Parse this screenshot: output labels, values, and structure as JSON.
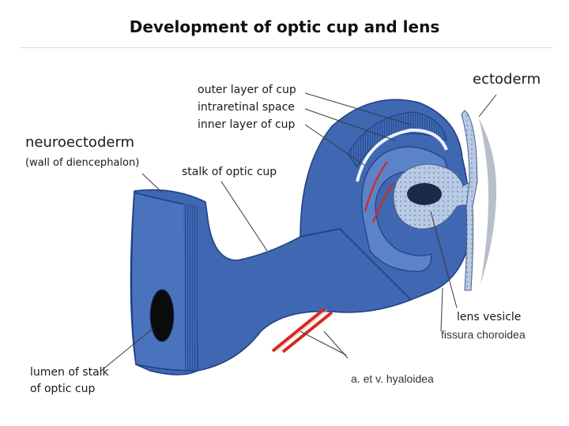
{
  "title": "Development of optic cup and lens",
  "labels": {
    "outer_layer": "outer layer of cup",
    "intraretinal_space": "intraretinal space",
    "inner_layer": "inner layer of cup",
    "ectoderm": "ectoderm",
    "neuroectoderm": "neuroectoderm",
    "wall_of_diencephalon": "(wall of diencephalon)",
    "stalk": "stalk of optic cup",
    "lens_vesicle": "lens vesicle",
    "fissura_choroidea": "fissura choroidea",
    "hyaloidea": "a. et v. hyaloidea",
    "lumen_line1": "lumen of stalk",
    "lumen_line2": "of optic cup"
  },
  "colors": {
    "tissue_blue": "#3f67b2",
    "tissue_dark": "#1f3f80",
    "tissue_light": "#6f93d2",
    "lens_pale": "#b7cbe6",
    "vessel_red": "#d42a1f",
    "leader_line": "#3a3a3a"
  }
}
